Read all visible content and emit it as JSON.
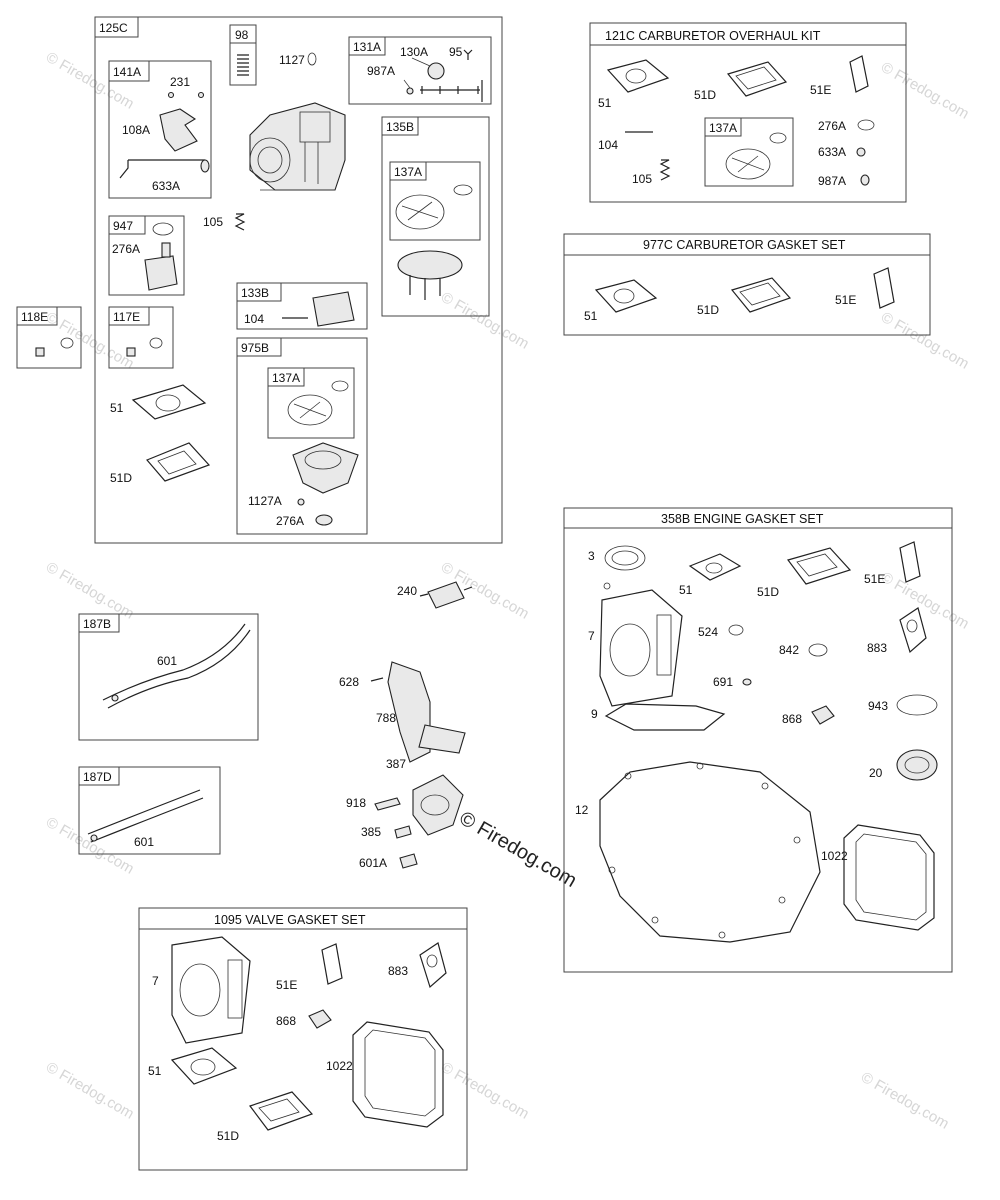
{
  "watermark": {
    "small": "© Firedog.com",
    "center": "© Firedog.com"
  },
  "kits": {
    "k125C": "125C",
    "k98": "98",
    "k131A": "131A",
    "k141A": "141A",
    "k135B": "135B",
    "k137A_a": "137A",
    "k947": "947",
    "k133B": "133B",
    "k117E": "117E",
    "k118E": "118E",
    "k975B": "975B",
    "k137A_b": "137A",
    "k137A_c": "137A",
    "k187B": "187B",
    "k187D": "187D",
    "t121C": "121C CARBURETOR OVERHAUL KIT",
    "t977C": "977C CARBURETOR GASKET SET",
    "t358B": "358B ENGINE GASKET SET",
    "t1095": "1095 VALVE GASKET SET"
  },
  "parts": {
    "p1127": "1127",
    "p130A": "130A",
    "p95": "95",
    "p987A_a": "987A",
    "p231": "231",
    "p108A": "108A",
    "p633A_a": "633A",
    "p105_a": "105",
    "p276A_a": "276A",
    "p104_a": "104",
    "p51_a": "51",
    "p51D_a": "51D",
    "p1127A": "1127A",
    "p276A_b": "276A",
    "p51_b": "51",
    "p51D_b": "51D",
    "p51E_b": "51E",
    "p104_b": "104",
    "p276A_c": "276A",
    "p633A_b": "633A",
    "p105_b": "105",
    "p987A_b": "987A",
    "p51_c": "51",
    "p51D_c": "51D",
    "p51E_c": "51E",
    "p3": "3",
    "p51_d": "51",
    "p51D_d": "51D",
    "p51E_d": "51E",
    "p7_a": "7",
    "p524": "524",
    "p842": "842",
    "p883_a": "883",
    "p691": "691",
    "p9": "9",
    "p868_a": "868",
    "p943": "943",
    "p20": "20",
    "p12": "12",
    "p1022_a": "1022",
    "p240": "240",
    "p601_a": "601",
    "p601_b": "601",
    "p628": "628",
    "p788": "788",
    "p387": "387",
    "p918": "918",
    "p385": "385",
    "p601A": "601A",
    "p7_b": "7",
    "p51E_e": "51E",
    "p883_b": "883",
    "p868_b": "868",
    "p1022_b": "1022",
    "p51_e": "51",
    "p51D_e": "51D"
  }
}
